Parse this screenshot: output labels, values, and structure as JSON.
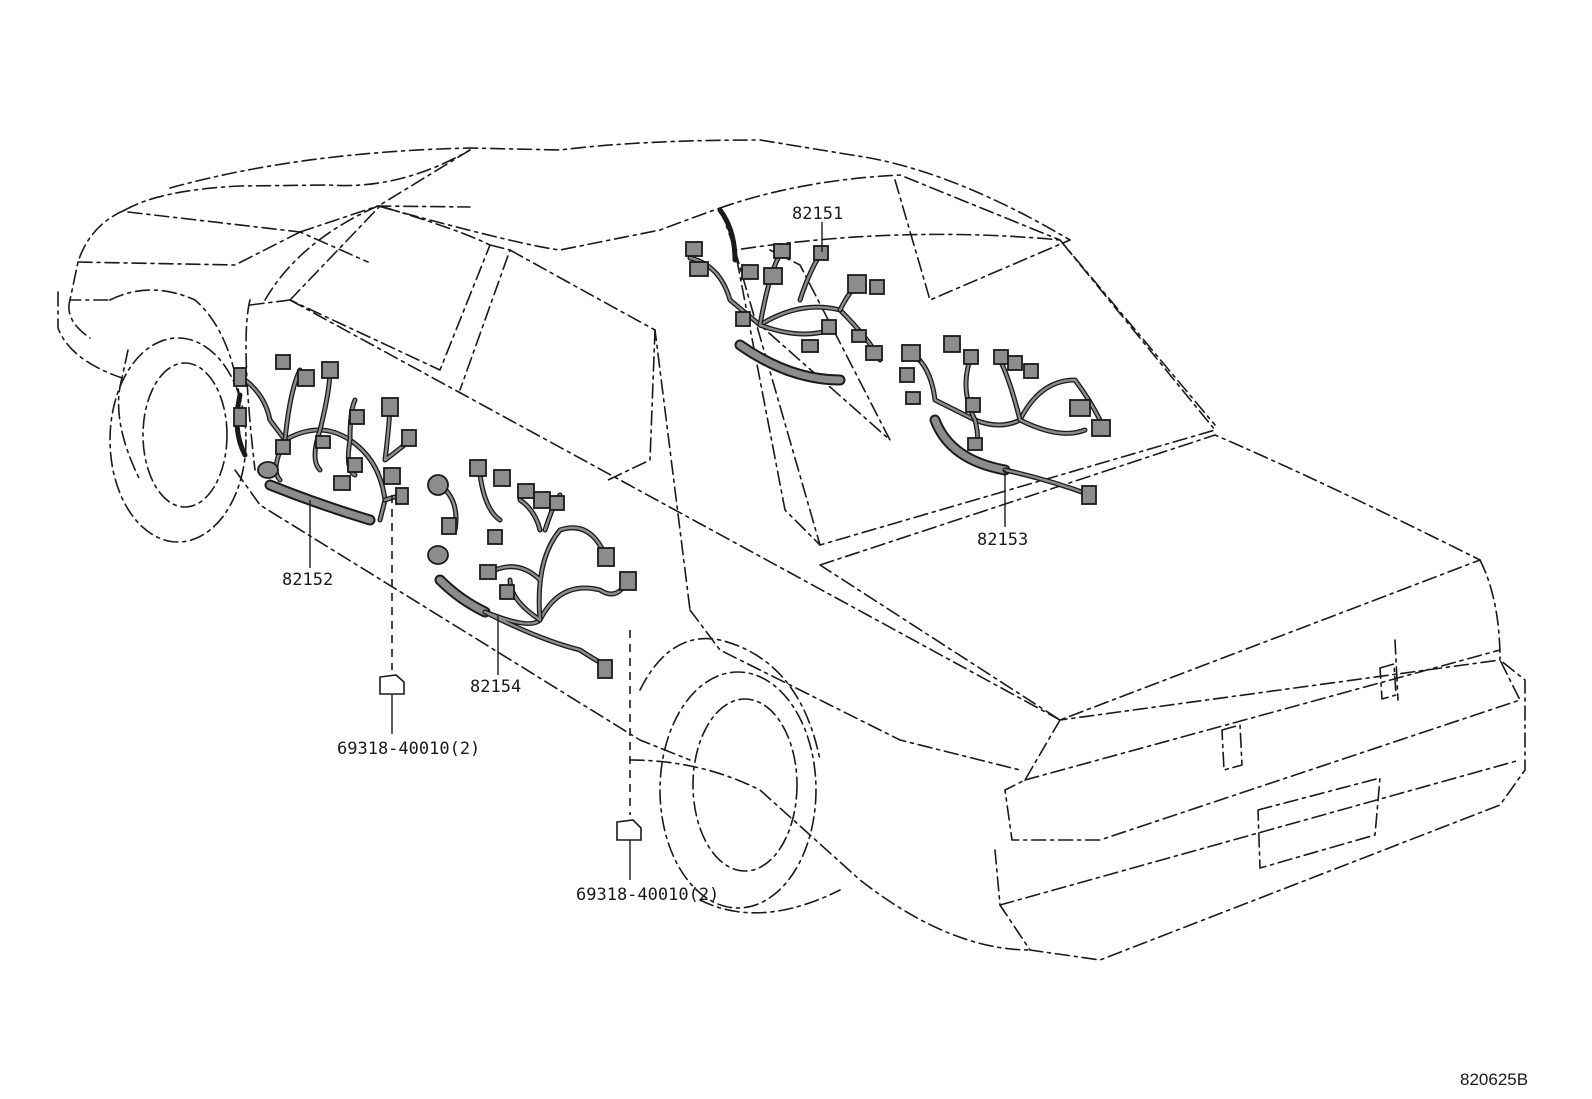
{
  "parts": [
    {
      "number": "82151",
      "color": "#8c8c8c"
    },
    {
      "number": "82152",
      "color": "#8c8c8c"
    },
    {
      "number": "82153",
      "color": "#8c8c8c"
    },
    {
      "number": "82154",
      "color": "#8c8c8c"
    }
  ],
  "clips": [
    {
      "number": "69318-40010(2)"
    },
    {
      "number": "69318-40010(2)"
    }
  ],
  "illustration_id": "820625B",
  "colors": {
    "line": "#1a1a1a",
    "harness_fill": "#8c8c8c",
    "background": "#ffffff"
  }
}
